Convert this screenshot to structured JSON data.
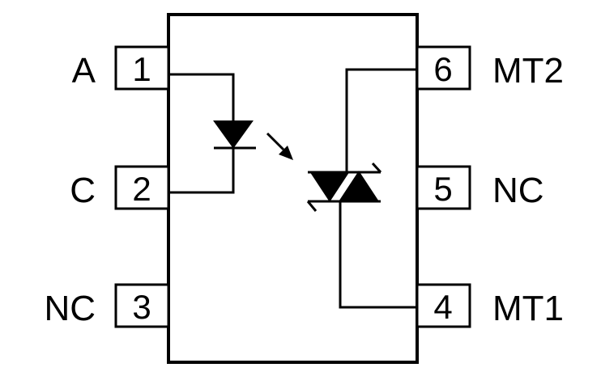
{
  "component": {
    "pins": [
      {
        "number": "1",
        "label": "A"
      },
      {
        "number": "2",
        "label": "C"
      },
      {
        "number": "3",
        "label": "NC"
      },
      {
        "number": "4",
        "label": "MT1"
      },
      {
        "number": "5",
        "label": "NC"
      },
      {
        "number": "6",
        "label": "MT2"
      }
    ]
  },
  "colors": {
    "stroke": "#000000",
    "background": "#ffffff"
  },
  "icons": {
    "emitter": "led-diode-icon",
    "light": "light-arrow-icon",
    "detector": "triac-icon"
  }
}
